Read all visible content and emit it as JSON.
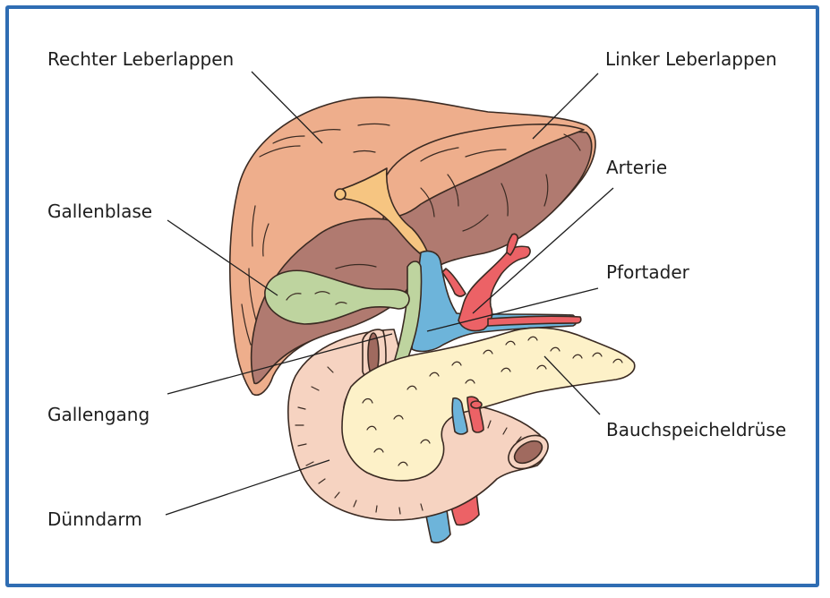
{
  "labels": {
    "right_liver_lobe": "Rechter Leberlappen",
    "left_liver_lobe": "Linker Leberlappen",
    "artery": "Arterie",
    "gallbladder": "Gallenblase",
    "portal_vein": "Pfortader",
    "bile_duct": "Gallengang",
    "pancreas": "Bauchspeicheldrüse",
    "small_intestine": "Dünndarm"
  },
  "colors": {
    "frame": "#2f6db3",
    "liver": "#eeae8c",
    "liver_underside": "#b07a70",
    "ligament": "#f6c581",
    "gallbladder": "#bed49f",
    "portal_vein": "#6db4da",
    "artery": "#ec6266",
    "pancreas": "#fdf1c8",
    "intestine": "#f6d3c1",
    "intestine_dark": "#a06a5f"
  }
}
